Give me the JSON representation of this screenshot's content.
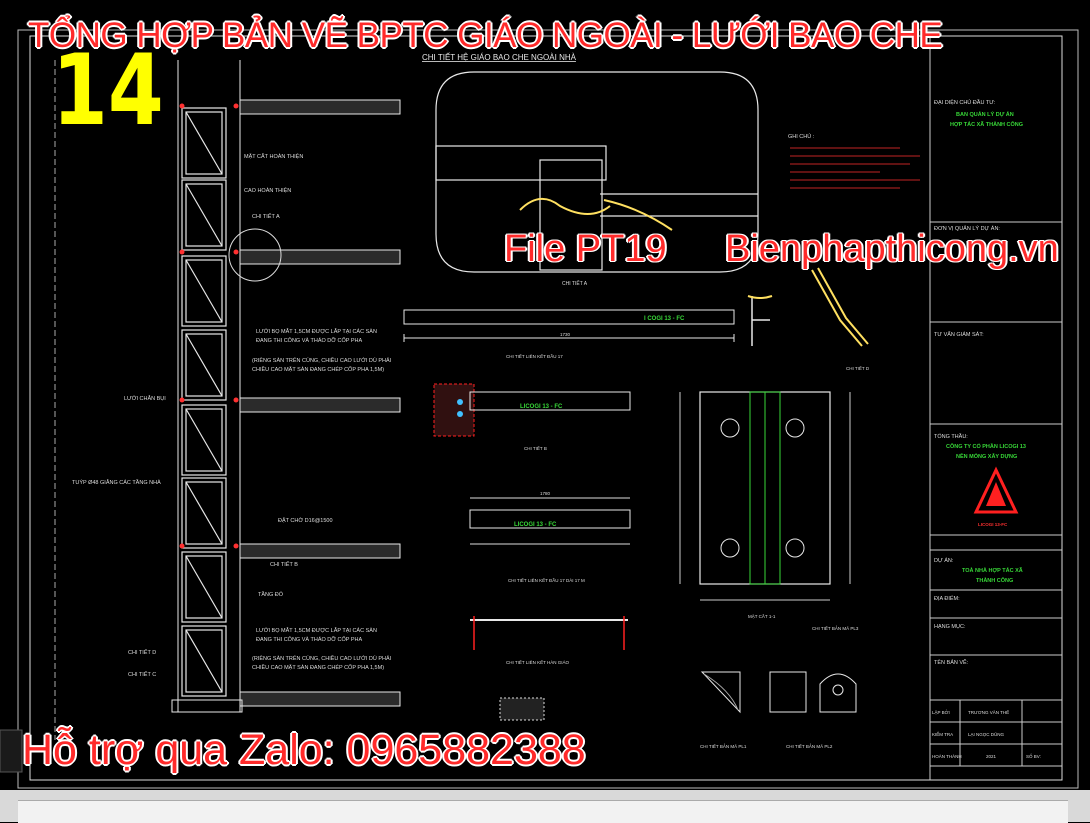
{
  "banner": {
    "title": "TỔNG HỢP BẢN VẼ BPTC GIÁO NGOÀI - LƯỚI BAO CHE",
    "sheet_number": "14",
    "file_label": "File PT19",
    "site": "Bienphapthicong.vn",
    "support": "Hỗ trợ qua Zalo: 0965882388"
  },
  "drawing": {
    "main_title": "CHI TIẾT HỆ GIÁO BAO CHE NGOÀI NHÀ",
    "elevation_labels": {
      "finish_ceiling": "MẶT CẮT HOÀN THIỆN",
      "finish_level": "CAO HOÀN THIỆN",
      "detail_a": "CHI TIẾT A",
      "net_note_1": "LƯỚI BỌ MẮT 1,5CM ĐƯỢC LẮP TẠI CÁC SÀN",
      "net_note_2": "ĐANG THI CÔNG VÀ THÁO DỠ CỐP PHA",
      "net_note_3": "(RIÊNG SÀN TRÊN CÙNG, CHIỀU CAO LƯỚI DÙ PHẢI",
      "net_note_4": "CHIỀU CAO MẶT SÀN ĐANG CHÉP CỐP PHA 1,5M)",
      "safety_net": "LƯỚI CHẮN BỤI",
      "tube": "TUÝP Ø48 GIẰNG CÁC TẦNG NHÀ",
      "anchor": "ĐẶT CHỜ D16@1500",
      "detail_b": "CHI TIẾT B",
      "floor": "TẦNG ĐỎ",
      "detail_d": "CHI TIẾT D",
      "detail_c": "CHI TIẾT C"
    },
    "detail_labels": {
      "detail_a_title": "CHI TIẾT A",
      "detail_b_title": "CHI TIẾT B",
      "detail_d_title": "CHI TIẾT D",
      "beam_1": "CHI TIẾT LIÊN KẾT ĐẦU 17",
      "beam_2": "CHI TIẾT LIÊN KẾT ĐẦU 17 DÀI 17 M",
      "beam_3": "CHI TIẾT LIÊN KẾT HÀN GIÁO",
      "i_beam_1": "I COGI 13 - FC",
      "i_beam_2": "LICOGI 13 - FC",
      "i_beam_3": "LICOGI 13 - FC",
      "section_11": "MẶT CẮT 1-1",
      "plate_1": "CHI TIẾT BẢN MÃ PL1",
      "plate_2": "CHI TIẾT BẢN MÃ PL2",
      "plate_3": "CHI TIẾT BẢN MÃ PL3",
      "notes_header": "GHI CHÚ :",
      "dim_1730": "1730",
      "dim_1780": "1780"
    },
    "title_block": {
      "owner_label": "ĐẠI DIỆN CHỦ ĐẦU TƯ:",
      "owner_1": "BAN QUẢN LÝ DỰ ÁN",
      "owner_2": "HỢP TÁC XÃ THÀNH CÔNG",
      "supervisor_label": "ĐƠN VỊ QUẢN LÝ DỰ ÁN:",
      "consultant_label": "TƯ VẤN GIÁM SÁT:",
      "contractor_label": "TỔNG THẦU:",
      "contractor_1": "CÔNG TY CỔ PHẦN LICOGI 13",
      "contractor_2": "NỀN MÓNG XÂY DỰNG",
      "logo_text": "LICOGI 13-FC",
      "project_label": "DỰ ÁN:",
      "project_1": "TOÀ NHÀ HỢP TÁC XÃ",
      "project_2": "THÀNH CÔNG",
      "location_label": "ĐỊA ĐIỂM:",
      "item_label": "HẠNG MỤC:",
      "drawing_label": "TÊN BẢN VẼ:",
      "drawn_by_label": "LẬP BỞI",
      "drawn_by": "TRƯƠNG VĂN THẾ",
      "checked_label": "KIỂM TRA",
      "checked_by": "LẠI NGỌC DŨNG",
      "completed_label": "HOÀN THÀNH",
      "year": "2021",
      "sheet_label": "SỐ BV:"
    }
  },
  "colors": {
    "background": "#000000",
    "line_white": "#e8e8e8",
    "line_green": "#38d838",
    "line_yellow": "#ffff00",
    "line_red": "#ff2020",
    "title_red": "#ff2a2a"
  }
}
